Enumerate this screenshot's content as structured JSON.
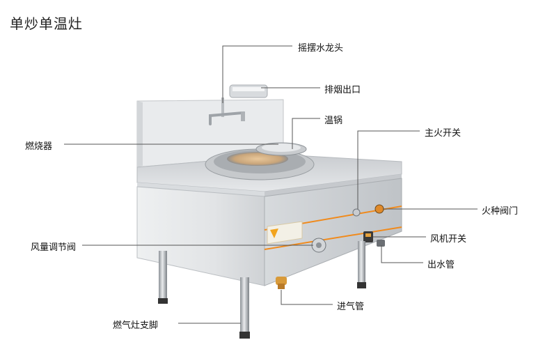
{
  "title": "单炒单温灶",
  "labels": {
    "faucet": "摇摆水龙头",
    "exhaust": "排烟出口",
    "warm_pot": "温锅",
    "main_switch": "主火开关",
    "burner": "燃烧器",
    "pilot_valve": "火种阀门",
    "fan_switch": "风机开关",
    "air_valve": "风量调节阀",
    "water_outlet": "出水管",
    "gas_inlet": "进气管",
    "legs": "燃气灶支脚"
  },
  "colors": {
    "steel": "#e4e6e8",
    "orange_stripe": "#f08a1c",
    "leader_line": "#555555"
  }
}
